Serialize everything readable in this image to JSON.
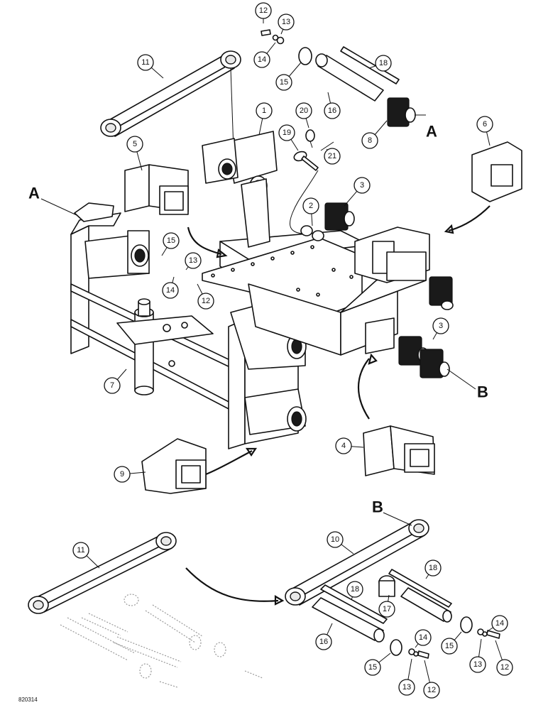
{
  "figure_code": "820314",
  "callouts": {
    "c1": "1",
    "c2": "2",
    "c3a": "3",
    "c3b": "3",
    "c4": "4",
    "c5": "5",
    "c6": "6",
    "c7": "7",
    "c8": "8",
    "c9": "9",
    "c10": "10",
    "c11a": "11",
    "c11b": "11",
    "c12a": "12",
    "c13a": "13",
    "c14a": "14",
    "c15a": "15",
    "c16a": "16",
    "c18a": "18",
    "c19": "19",
    "c20": "20",
    "c21": "21",
    "c15b": "15",
    "c13b": "13",
    "c14b": "14",
    "c12b": "12",
    "c16b": "16",
    "c18b": "18",
    "c18c": "18",
    "c17": "17",
    "c15c": "15",
    "c14c": "14",
    "c13c": "13",
    "c12c": "12",
    "c15d": "15",
    "c14d": "14",
    "c13d": "13",
    "c12d": "12"
  },
  "letters": {
    "A_top": "A",
    "A_left": "A",
    "B_right": "B",
    "B_bottom": "B"
  }
}
